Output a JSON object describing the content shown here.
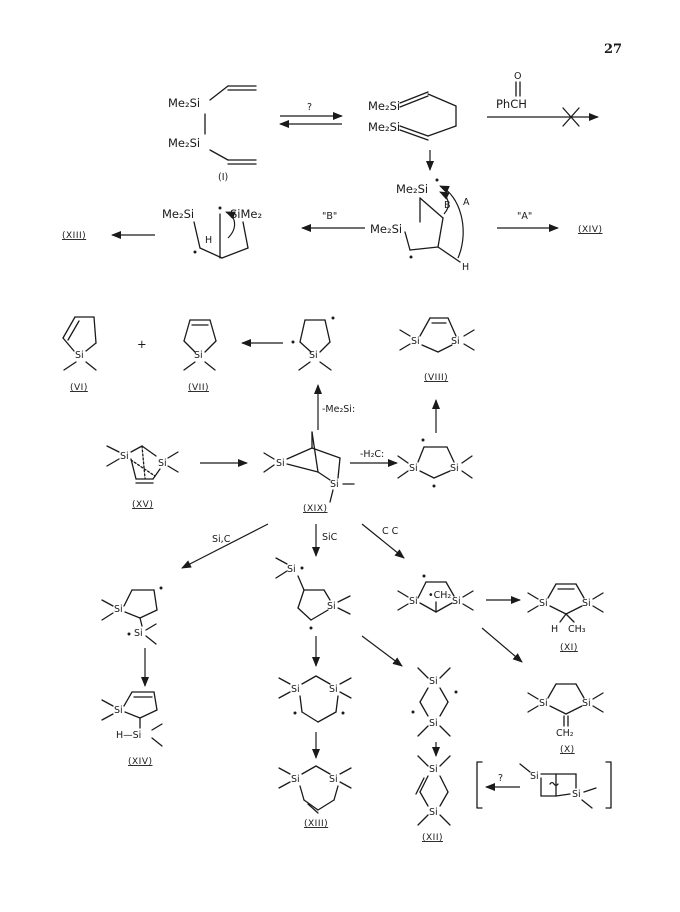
{
  "page_number": "27",
  "top_scheme": {
    "me2si_1": "Me₂Si",
    "me2si_2": "Me₂Si",
    "me2si_3": "Me₂Si",
    "me2si_4": "Me₂Si",
    "me2si_5": "Me₂Si",
    "me2si_6": "Me₂Si",
    "me2si_7": "Me₂Si",
    "sime2": "SiMe₂",
    "question": "?",
    "phch_o": "O",
    "phch": "PhCH",
    "label_I": "(I)",
    "label_B_quoted": "\"B\"",
    "label_A_quoted": "\"A\"",
    "arrow_A": "A",
    "arrow_B": "B",
    "h_top": "H",
    "h_cage": "H",
    "ref_XIII": "(XIII)",
    "ref_XIV": "(XIV)"
  },
  "compounds": {
    "VI": "(VI)",
    "VII": "(VII)",
    "VIII": "(VIII)",
    "XV": "(XV)",
    "XIX": "(XIX)",
    "XIV": "(XIV)",
    "XIII": "(XIII)",
    "XII": "(XII)",
    "XI": "(XI)",
    "X": "(X)"
  },
  "atoms": {
    "si": "Si",
    "h": "H",
    "ch3": "CH₃",
    "ch2": "CH₂",
    "ch2_radical": "•CH₂",
    "h_si": "H—Si"
  },
  "arrow_labels": {
    "me2si_loss": "-Me₂Si:",
    "h2c_loss": "-H₂C:",
    "sic_left": "Si,C",
    "sic_mid": "SiC",
    "cc": "C C",
    "question_bracket": "?"
  }
}
